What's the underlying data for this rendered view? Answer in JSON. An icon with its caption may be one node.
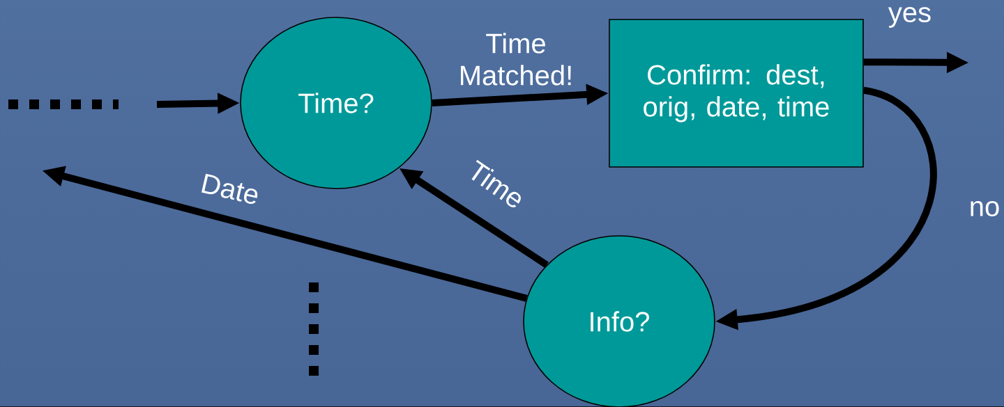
{
  "diagram": {
    "nodes": [
      {
        "text": [
          "Time?"
        ]
      },
      {
        "text": [
          "Confirm: dest, orig, date, time"
        ]
      },
      {
        "text": [
          "Info?"
        ]
      }
    ],
    "edges": [
      {
        "from": null,
        "to": 0,
        "arrow": "to"
      },
      {
        "from": 0,
        "to": 1,
        "arrow": "to",
        "label": "Time Matched!"
      },
      {
        "from": 1,
        "to": null,
        "arrow": "to",
        "label": "yes"
      },
      {
        "from": 1,
        "to": 2,
        "arrow": "to",
        "label": "no"
      },
      {
        "from": 2,
        "to": 0,
        "arrow": "to",
        "label": "Time"
      },
      {
        "from": 2,
        "to": null,
        "arrow": "to",
        "label": "Date"
      }
    ]
  }
}
